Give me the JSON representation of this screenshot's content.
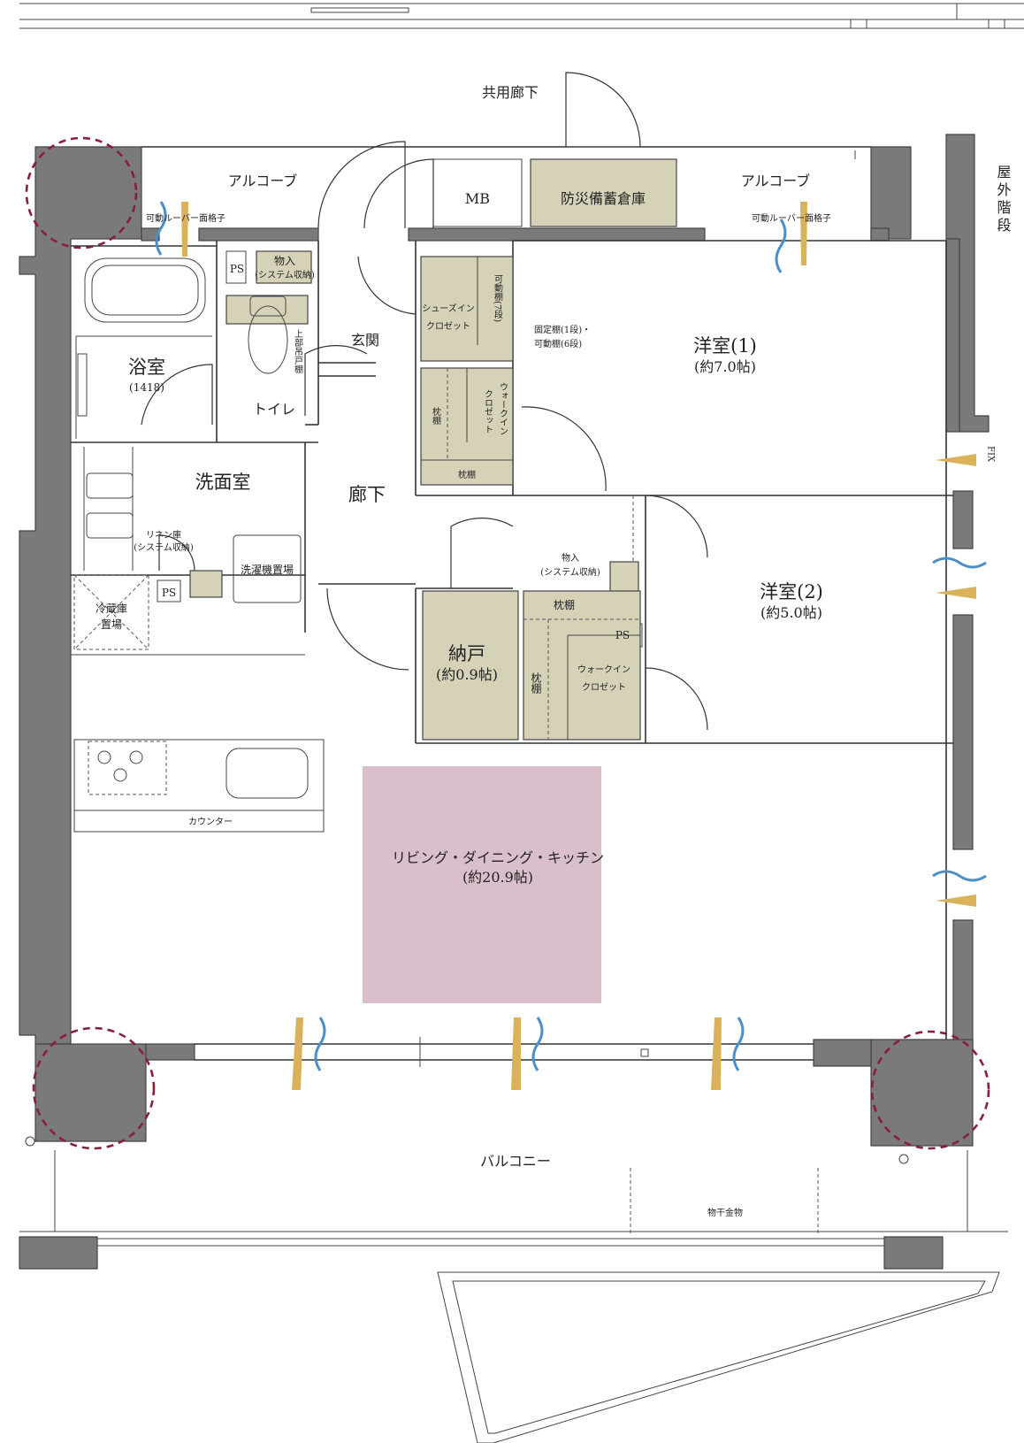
{
  "labels": {
    "corridor_common": "共用廊下",
    "alcove_left": "アルコーブ",
    "alcove_right": "アルコーブ",
    "louver_left": "可動ルーバー面格子",
    "louver_right": "可動ルーバー面格子",
    "mb": "MB",
    "disaster_storage": "防災備蓄倉庫",
    "outdoor_stairs": "屋外階段",
    "ps_toilet": "PS",
    "storage_toilet": "物入",
    "storage_toilet_sub": "(システム収納)",
    "bath": "浴室",
    "bath_size": "(1418)",
    "toilet": "トイレ",
    "upper_shelf": "上部吊戸棚",
    "entrance": "玄関",
    "shoe_closet_1": "シューズイン",
    "shoe_closet_2": "クロゼット",
    "movable_shelf_7": "可動棚(7段)",
    "fixed_shelf": "固定棚(1段)・",
    "movable_shelf_6": "可動棚(6段)",
    "pillow_shelf_1": "枕棚",
    "pillow_shelf_2": "枕棚",
    "wic_1a": "ウォークイン",
    "wic_1b": "クロゼット",
    "room1": "洋室(1)",
    "room1_size": "(約7.0帖)",
    "fix": "FIX",
    "washroom": "洗面室",
    "linen_1": "リネン庫",
    "linen_2": "(システム収納)",
    "washing_machine": "洗濯機置場",
    "ps_wash": "PS",
    "fridge_1": "冷蔵庫",
    "fridge_2": "置場",
    "hallway": "廊下",
    "storage2": "物入",
    "storage2_sub": "(システム収納)",
    "room2": "洋室(2)",
    "room2_size": "(約5.0帖)",
    "nando": "納戸",
    "nando_size": "(約0.9帖)",
    "pillow_shelf_3": "枕棚",
    "pillow_shelf_4": "枕棚",
    "ps_room2": "PS",
    "wic_2a": "ウォークイン",
    "wic_2b": "クロゼット",
    "counter": "カウンター",
    "ldk": "リビング・ダイニング・キッチン",
    "ldk_size": "(約20.9帖)",
    "balcony": "バルコニー",
    "drying_rack": "物干金物"
  },
  "colors": {
    "wall": "#7a7a7a",
    "storage": "#d6d2b8",
    "ldk_highlight": "#d9bfcb",
    "ventilation_arrow": "#d9b25a",
    "wind_wave": "#4a8fc9",
    "corner_marker": "#8a1f3a"
  }
}
